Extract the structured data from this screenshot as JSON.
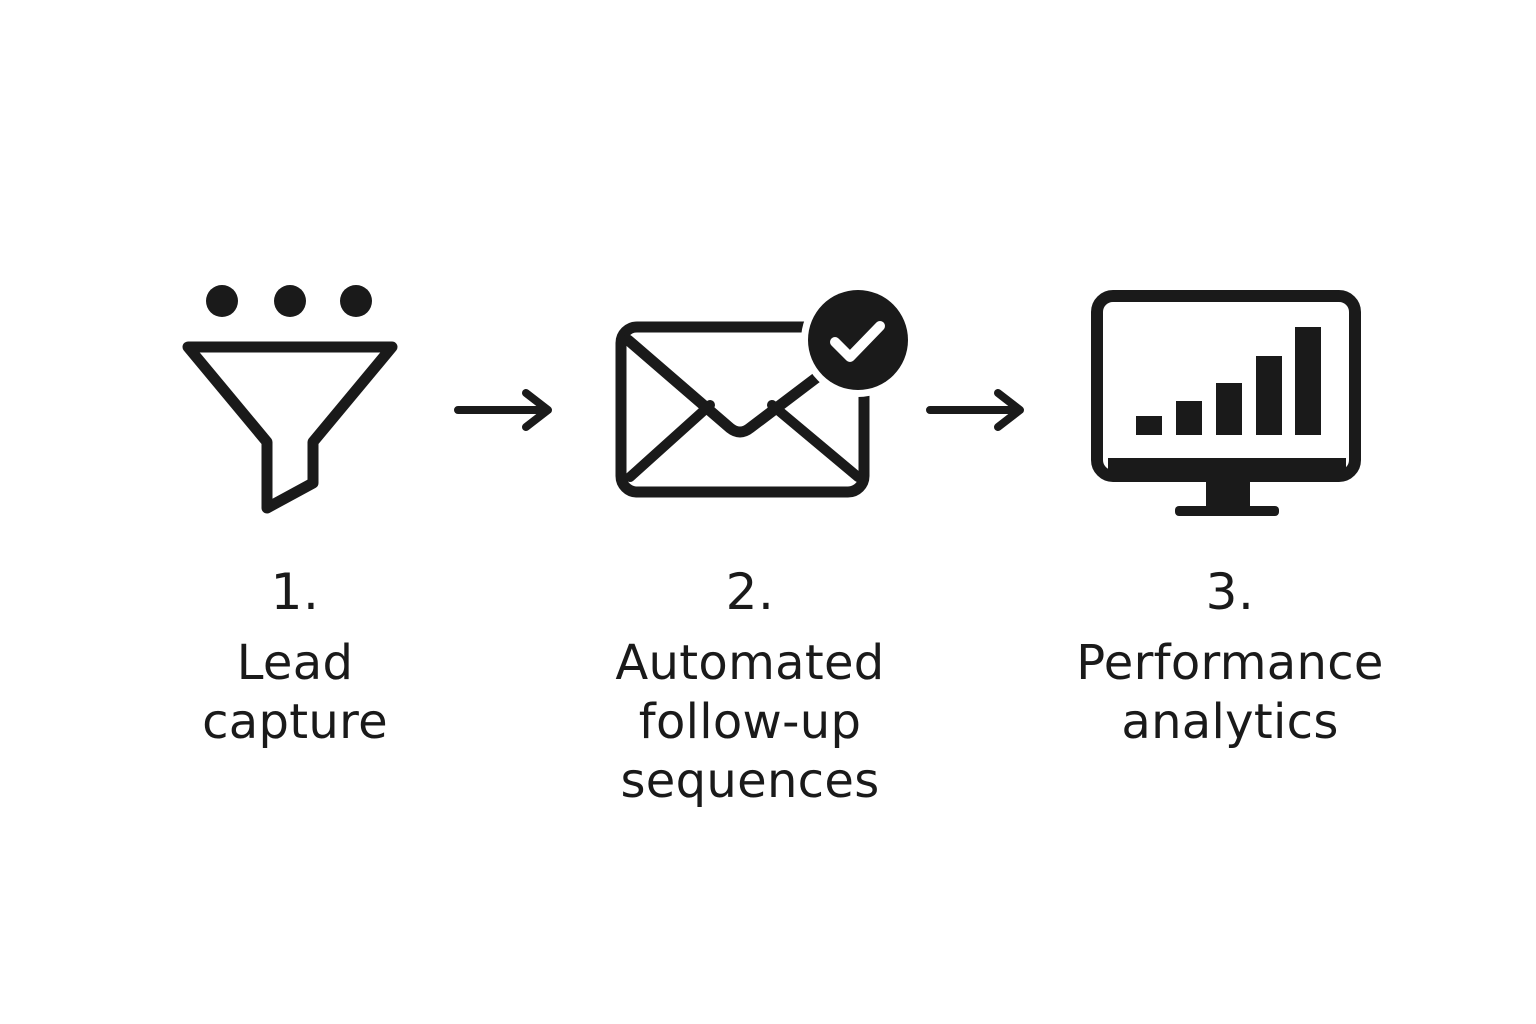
{
  "icons": {
    "step1": "funnel-icon",
    "step2": "envelope-check-icon",
    "step3": "monitor-bar-chart-icon",
    "connector": "arrow-right-icon"
  },
  "colors": {
    "ink": "#1a1a1a",
    "background": "#ffffff"
  },
  "steps": [
    {
      "number": "1.",
      "label": "Lead\ncapture"
    },
    {
      "number": "2.",
      "label": "Automated\nfollow-up\nsequences"
    },
    {
      "number": "3.",
      "label": "Performance\nanalytics"
    }
  ]
}
